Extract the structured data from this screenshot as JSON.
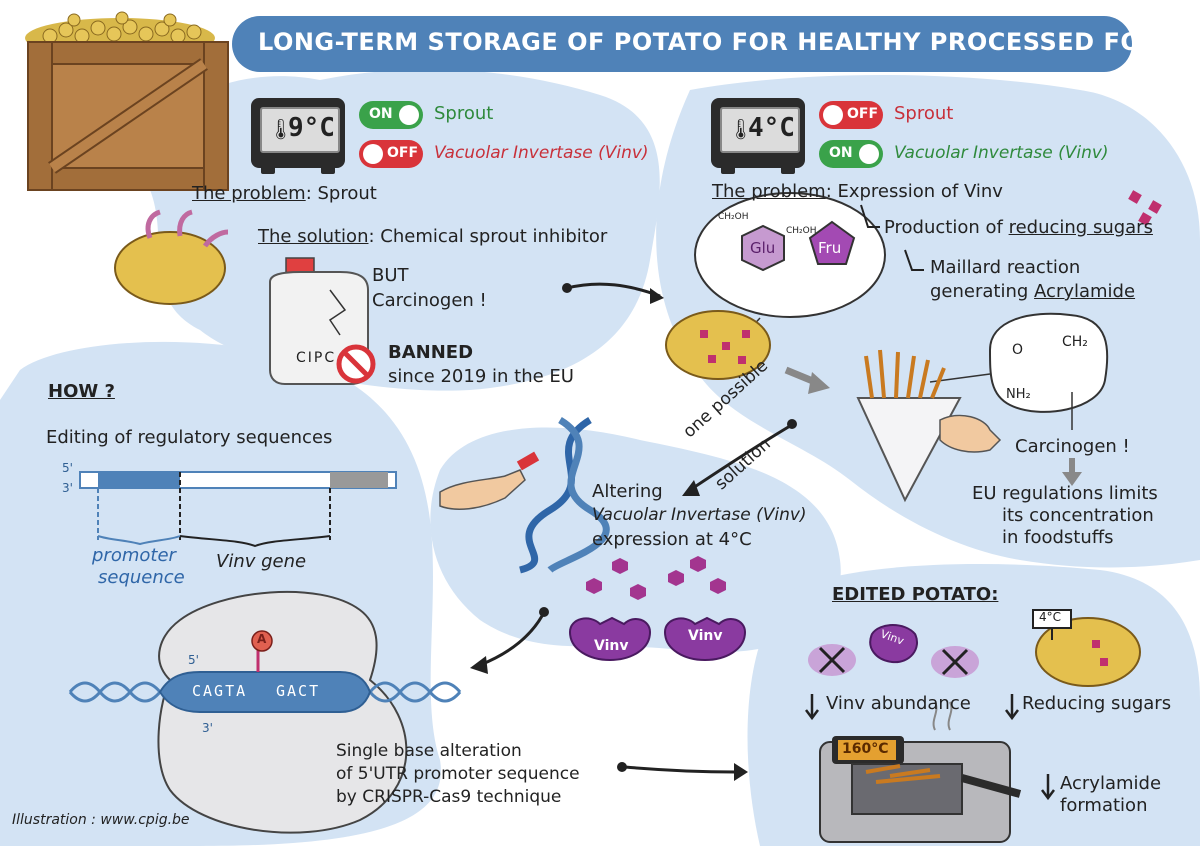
{
  "title": "LONG-TERM STORAGE OF POTATO FOR HEALTHY PROCESSED FOOD",
  "left_panel": {
    "thermometer": "9°C",
    "switch_sprout": {
      "state": "ON",
      "label": "Sprout"
    },
    "switch_vinv": {
      "state": "OFF",
      "label": "Vacuolar Invertase (Vinv)"
    },
    "problem_label": "The problem",
    "problem_text": ": Sprout",
    "solution_label": "The solution",
    "solution_text": ": Chemical sprout inhibitor",
    "but": "BUT",
    "carcinogen": "Carcinogen !",
    "bottle_label": "CIPC",
    "banned": "BANNED",
    "banned_since": "since 2019 in the EU"
  },
  "right_panel": {
    "thermometer": "4°C",
    "switch_sprout": {
      "state": "OFF",
      "label": "Sprout"
    },
    "switch_vinv": {
      "state": "ON",
      "label": "Vacuolar Invertase (Vinv)"
    },
    "problem_label": "The problem",
    "problem_text": ": Expression of Vinv",
    "production_prefix": "Production of",
    "production_sugars": "reducing sugars",
    "maillard_1": "Maillard reaction",
    "maillard_2_prefix": "generating",
    "maillard_2_acrylamide": "Acrylamide",
    "glu": "Glu",
    "fru": "Fru",
    "ch2oh_a": "CH₂OH",
    "ch2oh_b": "CH₂OH",
    "acryl_ch2": "CH₂",
    "acryl_o": "O",
    "acryl_nh2": "NH₂",
    "carcinogen": "Carcinogen !",
    "eu_1": "EU regulations limits",
    "eu_2": "its concentration",
    "eu_3": "in foodstuffs"
  },
  "how_panel": {
    "heading": "HOW ?",
    "subheading": "Editing of regulatory sequences",
    "five_prime": "5'",
    "three_prime": "3'",
    "promoter_1": "promoter",
    "promoter_2": "sequence",
    "vinv_gene": "Vinv gene",
    "dna_5": "5'",
    "dna_3": "3'",
    "seq_left": "CAGTA",
    "seq_right": "GACT",
    "inserted_base": "A",
    "single_1": "Single base alteration",
    "single_2": "of 5'UTR promoter sequence",
    "single_3": "by CRISPR-Cas9 technique"
  },
  "center_panel": {
    "one_possible": "one possible",
    "solution": "solution",
    "altering_1": "Altering",
    "altering_2": "Vacuolar Invertase (Vinv)",
    "altering_3": "expression at 4°C",
    "enzyme_a": "Vinv",
    "enzyme_b": "Vinv"
  },
  "edited_panel": {
    "heading": "EDITED POTATO:",
    "sign": "4°C",
    "enzyme_label": "Vinv",
    "vinv_abundance": "Vinv abundance",
    "reducing_sugars": "Reducing sugars",
    "fryer_temp": "160°C",
    "acrylamide_1": "Acrylamide",
    "acrylamide_2": "formation"
  },
  "credit": "Illustration : www.cpig.be",
  "colors": {
    "banner": "#4f82b8",
    "blob": "#d3e3f4",
    "on": "#3aa24a",
    "off": "#d9343a",
    "vinv_purple": "#8a3aa0",
    "sugar_pink": "#c0306e",
    "potato": "#e4c04e"
  }
}
